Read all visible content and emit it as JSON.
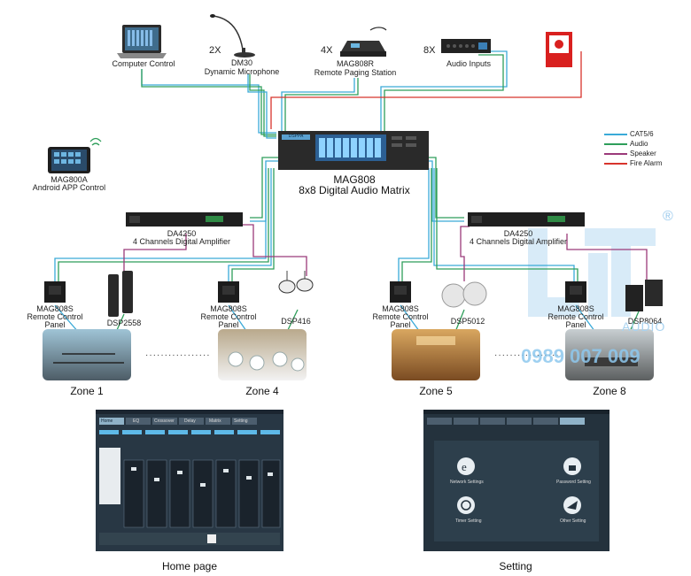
{
  "devices": {
    "computer": {
      "label": "Computer Control"
    },
    "mic": {
      "qty": "2X",
      "name": "DM30",
      "desc": "Dynamic Microphone"
    },
    "paging": {
      "qty": "4X",
      "name": "MAG808R",
      "desc": "Remote Paging Station"
    },
    "inputs": {
      "qty": "8X",
      "label": "Audio Inputs"
    },
    "alarm": {
      "text": "FIRE ALARM"
    },
    "tablet": {
      "name": "MAG800A",
      "desc": "Android APP Control"
    },
    "matrix": {
      "name": "MAG808",
      "desc": "8x8 Digital Audio Matrix",
      "brand": "DSPPA"
    },
    "amp_left": {
      "name": "DA4250",
      "desc": "4 Channels Digital Amplifier"
    },
    "amp_right": {
      "name": "DA4250",
      "desc": "4 Channels Digital Amplifier"
    }
  },
  "legend": [
    {
      "label": "CAT5/6",
      "color": "#3aaad8"
    },
    {
      "label": "Audio",
      "color": "#2e9e5a"
    },
    {
      "label": "Speaker",
      "color": "#9b3a7a"
    },
    {
      "label": "Fire Alarm",
      "color": "#d8342c"
    }
  ],
  "zones": [
    {
      "panel_name": "MAG808S",
      "panel_desc1": "Remote Control",
      "panel_desc2": "Panel",
      "speaker": "DSP2558",
      "caption": "Zone 1"
    },
    {
      "panel_name": "MAG808S",
      "panel_desc1": "Remote Control",
      "panel_desc2": "Panel",
      "speaker": "DSP416",
      "caption": "Zone 4"
    },
    {
      "panel_name": "MAG808S",
      "panel_desc1": "Remote Control",
      "panel_desc2": "Panel",
      "speaker": "DSP5012",
      "caption": "Zone 5"
    },
    {
      "panel_name": "MAG808S",
      "panel_desc1": "Remote Control",
      "panel_desc2": "Panel",
      "speaker": "DSP8064",
      "caption": "Zone 8"
    }
  ],
  "dots": "·················",
  "screens": {
    "home": {
      "caption": "Home page",
      "tabs": [
        "Home",
        "EQ",
        "Crossover",
        "Delay",
        "Matrix",
        "Setting"
      ]
    },
    "setting": {
      "caption": "Setting",
      "items": [
        "Network Settings",
        "Password Setting",
        "Timer Setting",
        "Other Setting"
      ]
    }
  },
  "watermark": {
    "audio": "AUDIO",
    "phone": "0989 007 009",
    "reg": "®"
  }
}
